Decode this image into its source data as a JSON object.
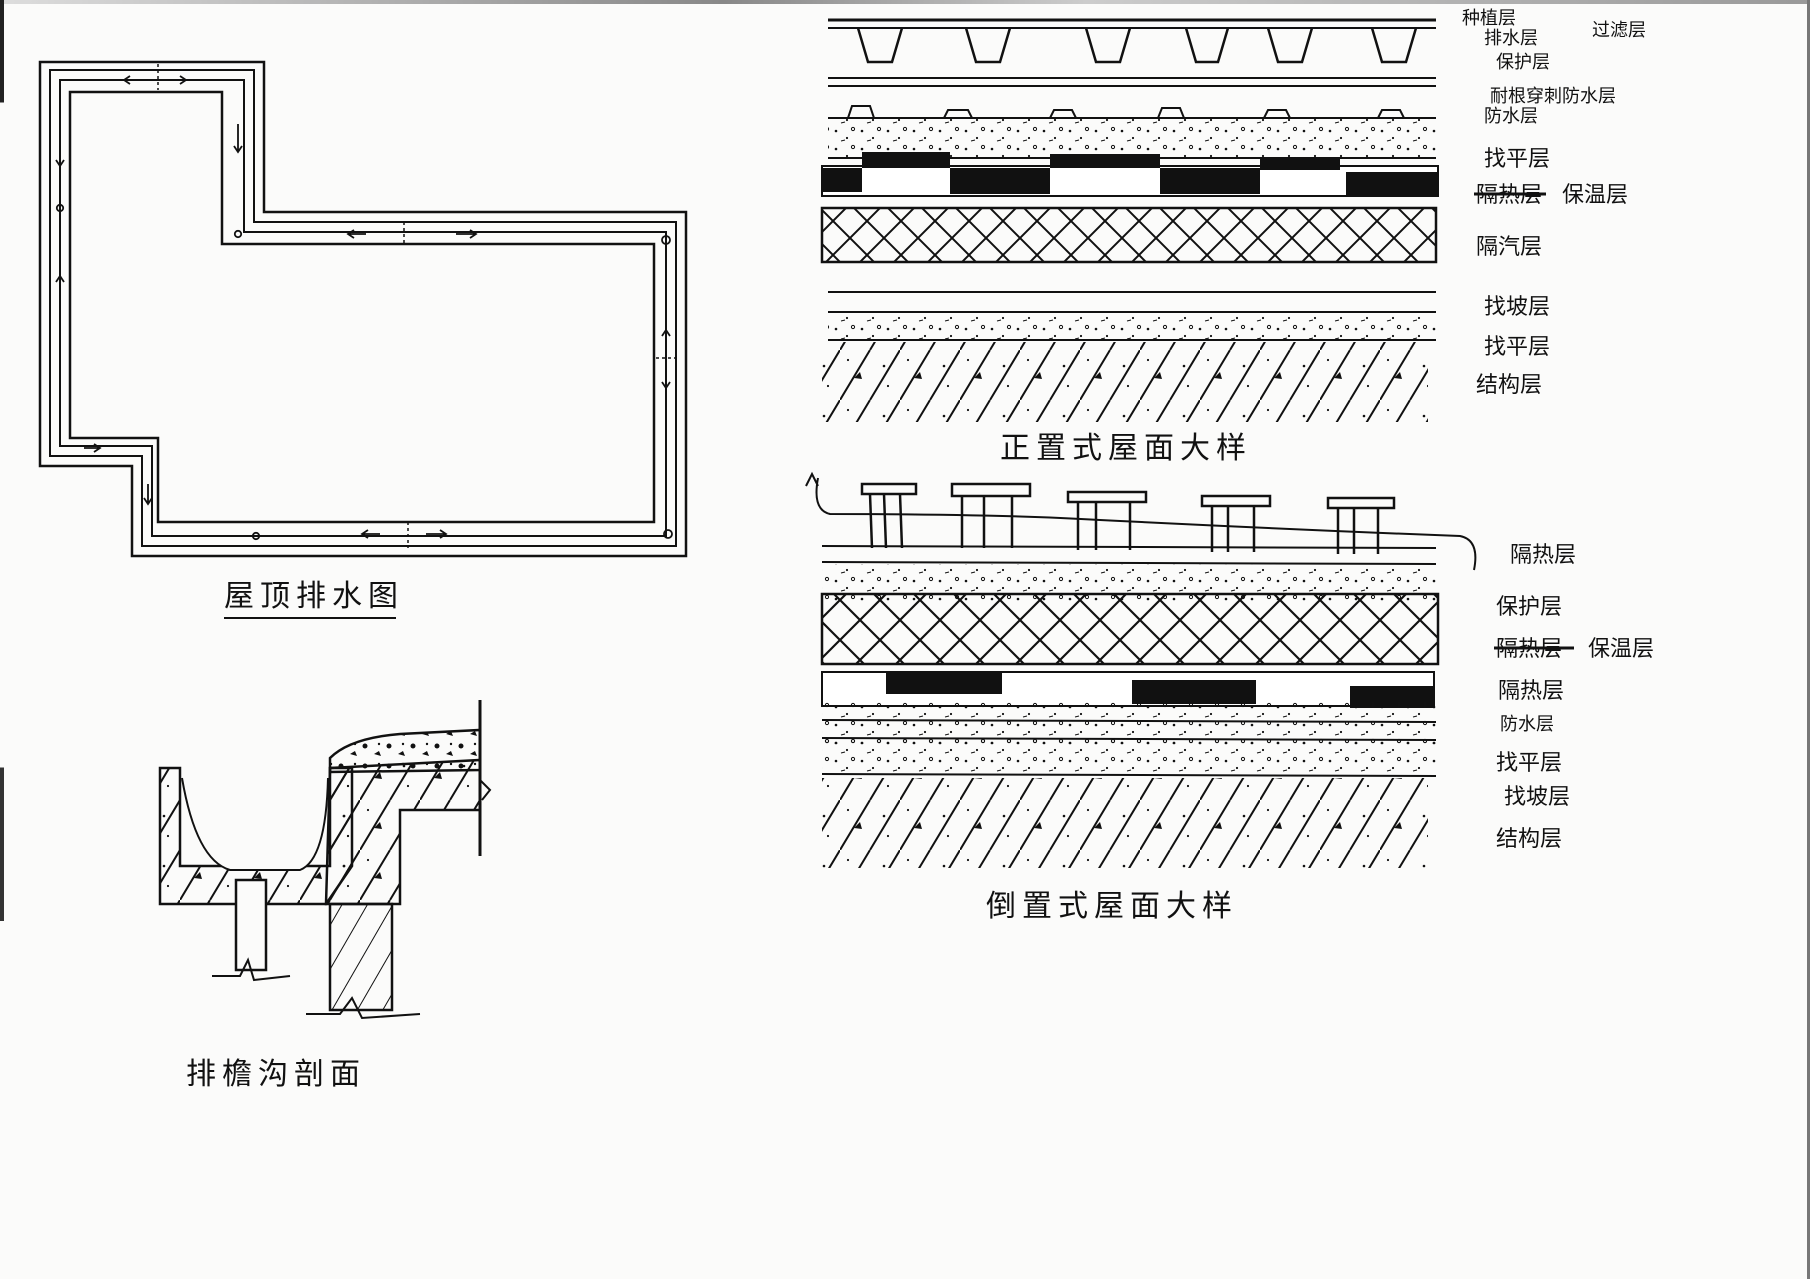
{
  "drainage_plan": {
    "caption": "屋顶排水图"
  },
  "gutter_section": {
    "caption": "排檐沟剖面"
  },
  "upright_roof": {
    "caption": "正置式屋面大样",
    "labels": {
      "l1": "种植层",
      "l1b": "过滤层",
      "l2": "排水层",
      "l3": "保护层",
      "l4": "耐根穿刺防水层",
      "l5": "防水层",
      "l6": "找平层",
      "l7_struck": "隔热层",
      "l7": "保温层",
      "l8": "隔汽层",
      "l9": "找坡层",
      "l10": "找平层",
      "l11": "结构层"
    }
  },
  "inverted_roof": {
    "caption": "倒置式屋面大样",
    "labels": {
      "l1": "隔热层",
      "l2": "保护层",
      "l3_struck": "隔热层",
      "l3": "保温层",
      "l4": "隔热层",
      "l5": "防水层",
      "l6": "找平层",
      "l7": "找坡层",
      "l8": "结构层"
    }
  }
}
